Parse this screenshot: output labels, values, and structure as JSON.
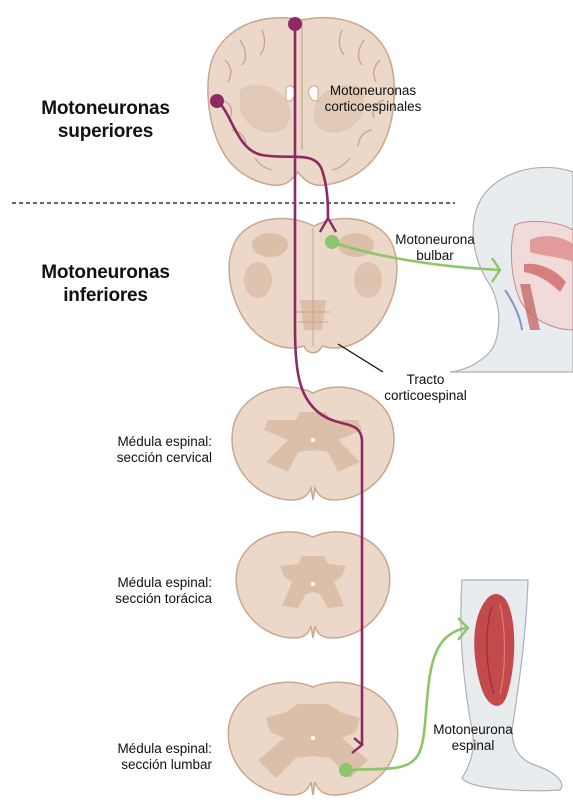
{
  "labels": {
    "upper_heading": [
      "Motoneuronas",
      "superiores"
    ],
    "lower_heading": [
      "Motoneuronas",
      "inferiores"
    ],
    "corticospinal_neurons": [
      "Motoneuronas",
      "corticoespinales"
    ],
    "bulbar_neuron": [
      "Motoneurona",
      "bulbar"
    ],
    "corticospinal_tract": [
      "Tracto",
      "corticoespinal"
    ],
    "cervical_section": [
      "Médula espinal:",
      "sección cervical"
    ],
    "thoracic_section": [
      "Médula espinal:",
      "sección torácica"
    ],
    "lumbar_section": [
      "Médula espinal:",
      "sección lumbar"
    ],
    "spinal_neuron": [
      "Motoneurona",
      "espinal"
    ]
  },
  "colors": {
    "upper_motor_neuron": "#8e2a62",
    "lower_motor_neuron": "#8cc56a",
    "tissue_outer": "#ecd8c9",
    "tissue_inner": "#dbbfa9",
    "muscle": "#c24a4a",
    "skin": "#e9ecee"
  }
}
